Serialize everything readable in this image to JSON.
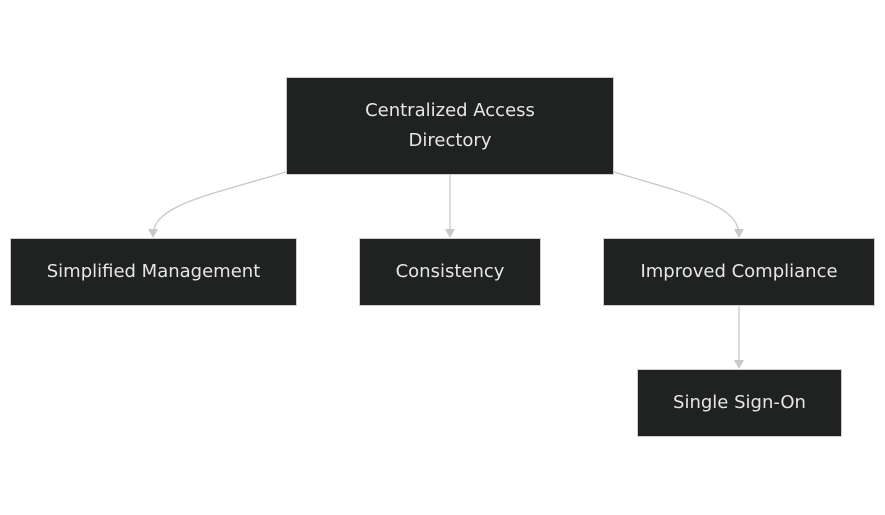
{
  "diagram": {
    "type": "flowchart-tree",
    "colors": {
      "node_fill": "#202222",
      "node_border": "#cfcfcf",
      "node_text": "#e6e6e6",
      "edge": "#c8c8c8",
      "background": "#ffffff"
    },
    "nodes": {
      "root": {
        "label": "Centralized Access Directory"
      },
      "simplified": {
        "label": "Simplified Management"
      },
      "consistency": {
        "label": "Consistency"
      },
      "compliance": {
        "label": "Improved Compliance"
      },
      "sso": {
        "label": "Single Sign-On"
      }
    },
    "edges": [
      {
        "from": "root",
        "to": "simplified"
      },
      {
        "from": "root",
        "to": "consistency"
      },
      {
        "from": "root",
        "to": "compliance"
      },
      {
        "from": "compliance",
        "to": "sso"
      }
    ]
  }
}
